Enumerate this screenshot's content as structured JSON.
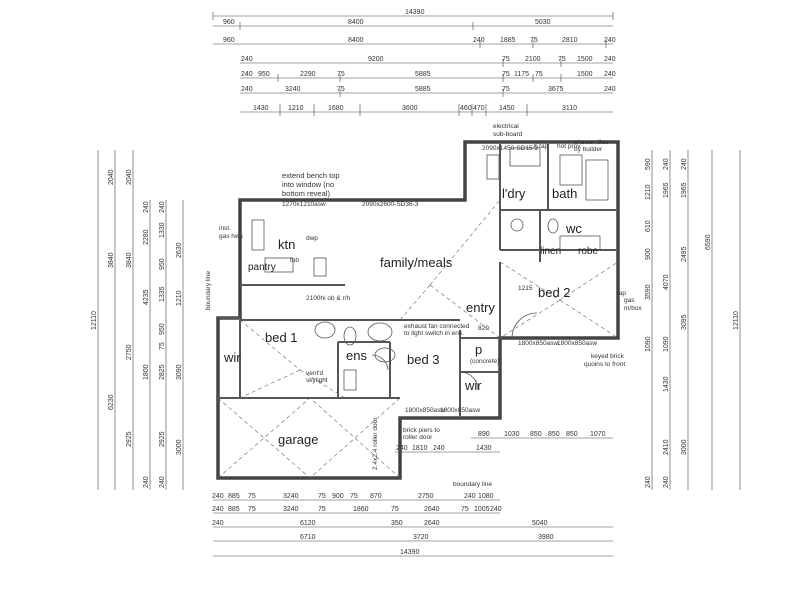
{
  "rooms": {
    "family_meals": "family/meals",
    "kitchen": "ktn",
    "bed1": "bed 1",
    "bed2": "bed 2",
    "bed3": "bed 3",
    "garage": "garage",
    "wir1": "wir",
    "wir2": "wir",
    "ensuite": "ens",
    "bath": "bath",
    "laundry": "l'dry",
    "wc": "wc",
    "entry": "entry",
    "pantry": "pantry",
    "linen": "linen",
    "robe": "robe",
    "porch": "p",
    "porch_note": "(concrete)"
  },
  "notes": {
    "bench1": "extend bench top",
    "bench2": "into window (no",
    "bench3": "bottom reveal)",
    "gas_hws": "inst.",
    "gas_hws2": "gas hws",
    "electrical1": "electrical",
    "electrical2": "sub-board",
    "shower1": "shower tiles",
    "shower2": "by builder",
    "exhaust1": "exhaust fan connected",
    "exhaust2": "to light switch in ens.",
    "skylight1": "vent'd",
    "skylight2": "skylight",
    "brick_piers1": "brick piers to",
    "brick_piers2": "roller door",
    "keyed1": "keyed brick",
    "keyed2": "quoins to front",
    "boundary_line": "boundary line",
    "boundary_line2": "boundary line",
    "roller_door": "2.4x2.4 roller door",
    "gas_meter1": "gas",
    "gas_meter2": "m/box",
    "ob_rh": "2100hi ob & r/h",
    "dwp": "dwp",
    "tub": "tub",
    "window_kitchen": "1270x1210asw",
    "window_family": "2090x2600-SD36-3",
    "window_bath": "2090x1450-SD15-2",
    "window_bed2a": "1800x850asw",
    "window_bed2b": "1800x850asw",
    "window_bed3a": "1800x850asw",
    "window_bed3b": "1800x850asw",
    "tap": "X tap",
    "tap2": "tap",
    "hot_cold": "hot prov",
    "entry_dim": "1215",
    "entry_dim2": "820"
  },
  "dims_top": {
    "row1": [
      "14390"
    ],
    "row2": [
      "960",
      "8400",
      "5030"
    ],
    "row3": [
      "960",
      "8400",
      "240",
      "1885",
      "75",
      "2810",
      "240"
    ],
    "row4": [
      "240",
      "9200",
      "75",
      "2100",
      "75",
      "1500",
      "240"
    ],
    "row5": [
      "240",
      "950",
      "2290",
      "75",
      "5885",
      "75",
      "1175",
      "75",
      "1500",
      "240"
    ],
    "row6": [
      "240",
      "3240",
      "75",
      "5885",
      "75",
      "3675",
      "240"
    ],
    "row7": [
      "1430",
      "1210",
      "1680",
      "3600",
      "460",
      "470",
      "1450",
      "3110"
    ]
  },
  "dims_bottom": {
    "row1": [
      "240",
      "885",
      "75",
      "3240",
      "75",
      "900",
      "75",
      "870",
      "2750",
      "240",
      "1080"
    ],
    "row2": [
      "240",
      "885",
      "75",
      "3240",
      "75",
      "1860",
      "75",
      "2640",
      "75",
      "1005",
      "240"
    ],
    "row3": [
      "240",
      "6120",
      "350",
      "2640",
      "5040"
    ],
    "row4": [
      "6710",
      "3720",
      "3980"
    ],
    "row5": [
      "14390"
    ],
    "mid": [
      "890",
      "1030",
      "850",
      "850",
      "850",
      "1070"
    ],
    "mid2": [
      "240",
      "1810",
      "240",
      "1430"
    ]
  },
  "dims_left": {
    "outer": [
      "12110"
    ],
    "c1": [
      "2040",
      "3840",
      "6230"
    ],
    "c2": [
      "2040",
      "3840",
      "2750",
      "2925"
    ],
    "c3": [
      "240",
      "2280",
      "4235",
      "1800",
      "240"
    ],
    "c4": [
      "240",
      "1330",
      "950",
      "1335",
      "950",
      "75",
      "2825",
      "2925",
      "240"
    ],
    "c5": [
      "2630",
      "3090",
      "1210",
      "3000"
    ],
    "boundary": "boundary line"
  },
  "dims_right": {
    "outer": [
      "12110"
    ],
    "r1": [
      "240",
      "1965",
      "4070",
      "1090",
      "1430",
      "2410",
      "240"
    ],
    "r2": [
      "590",
      "1210",
      "610",
      "900",
      "3590",
      "1090",
      "240"
    ],
    "r3": [
      "240",
      "1965",
      "2495",
      "3095",
      "3000"
    ],
    "r4": [
      "6590",
      "12110"
    ]
  }
}
